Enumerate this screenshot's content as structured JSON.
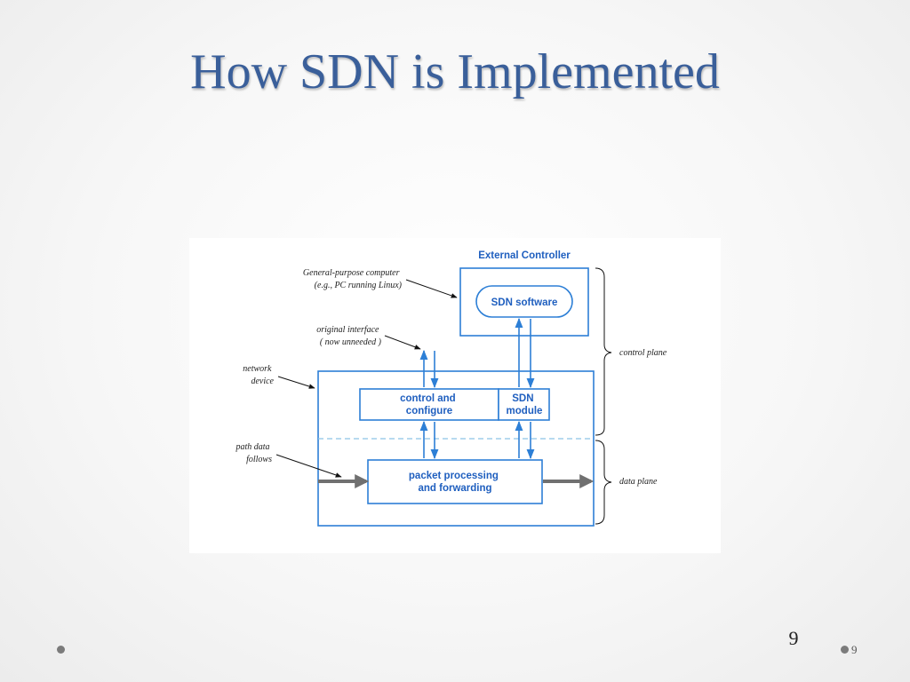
{
  "slide": {
    "title": "How SDN is Implemented",
    "page_number": "9",
    "footer_number": "9"
  },
  "diagram": {
    "external_controller": "External Controller",
    "sdn_software": "SDN software",
    "general_purpose_computer_line1": "General-purpose computer",
    "general_purpose_computer_line2": "(e.g., PC running Linux)",
    "original_interface_line1": "original interface",
    "original_interface_line2": "( now unneeded )",
    "network_device_line1": "network",
    "network_device_line2": "device",
    "path_data_line1": "path data",
    "path_data_line2": "follows",
    "control_and_configure_line1": "control and",
    "control_and_configure_line2": "configure",
    "sdn_module_line1": "SDN",
    "sdn_module_line2": "module",
    "packet_processing_line1": "packet processing",
    "packet_processing_line2": "and forwarding",
    "control_plane": "control plane",
    "data_plane": "data plane",
    "colors": {
      "box_blue": "#2d7fd6",
      "label_blue": "#1f5fbf",
      "title_blue": "#3a5f9a",
      "data_path": "#707070"
    }
  }
}
